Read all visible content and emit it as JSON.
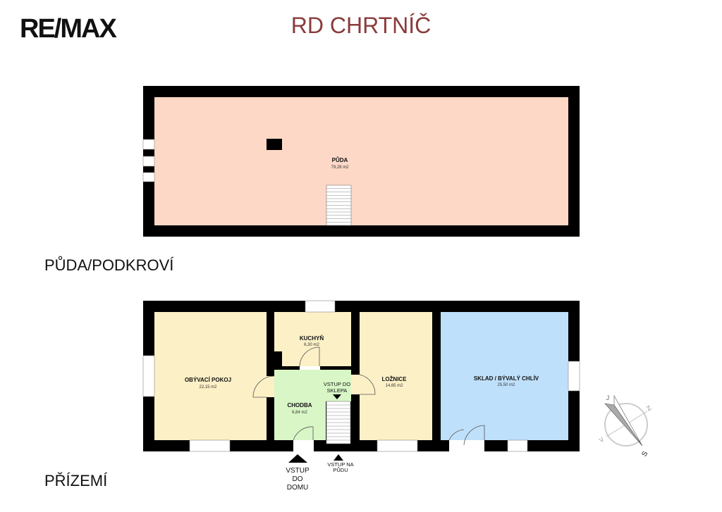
{
  "header": {
    "logo": "RE/MAX",
    "title": "RD CHRTNÍČ"
  },
  "colors": {
    "wall": "#000000",
    "attic": "#fdd8c6",
    "living": "#fcf0c6",
    "corridor": "#d9f6c6",
    "storage": "#bfe0fb",
    "title": "#8a3b3b"
  },
  "floors": {
    "attic": {
      "label": "PŮDA/PODKROVÍ",
      "rooms": [
        {
          "name": "PŮDA",
          "area": "79,28 m2"
        }
      ]
    },
    "ground": {
      "label": "PŘÍZEMÍ",
      "rooms": [
        {
          "name": "OBÝVACÍ POKOJ",
          "area": "22,15 m2"
        },
        {
          "name": "KUCHYŇ",
          "area": "6,30 m2"
        },
        {
          "name": "CHODBA",
          "area": "6,84 m2"
        },
        {
          "name": "LOŽNICE",
          "area": "14,65 m2"
        },
        {
          "name": "SKLAD / BÝVALÝ CHLÍV",
          "area": "25,50 m2"
        }
      ],
      "annotations": {
        "cellar_1": "VSTUP DO",
        "cellar_2": "SKLEPA",
        "entry_1": "VSTUP",
        "entry_2": "DO",
        "entry_3": "DOMU",
        "attic_1": "VSTUP NA",
        "attic_2": "PŮDU"
      }
    }
  },
  "compass": {
    "icon": "compass-rose-icon",
    "n": "J",
    "e": "Z",
    "s": "S",
    "w": "V"
  }
}
